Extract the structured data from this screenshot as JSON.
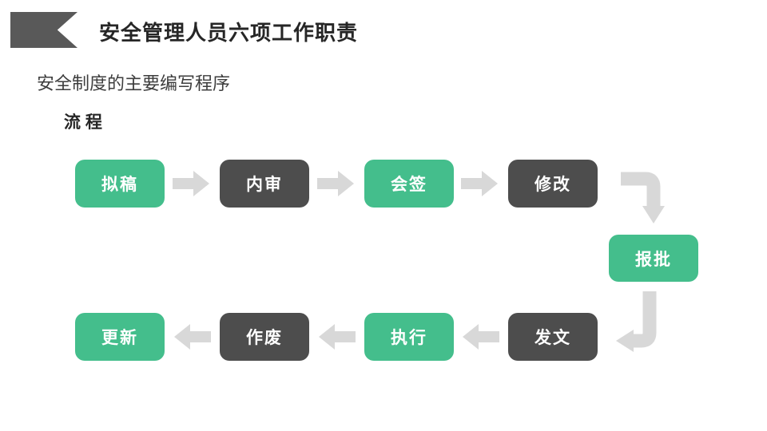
{
  "slide": {
    "title": "安全管理人员六项工作职责",
    "subtitle": "安全制度的主要编写程序",
    "flow_label": "流 程"
  },
  "colors": {
    "node_green": "#44BE8C",
    "node_dark": "#4D4D4D",
    "arrow_gray": "#D8D8D8",
    "flag_gray": "#595959",
    "title_text": "#262626",
    "node_text": "#FFFFFF"
  },
  "icons": [
    {
      "name": "arrow-right-icon",
      "shape": "light-gray block arrow pointing right"
    },
    {
      "name": "arrow-left-icon",
      "shape": "light-gray block arrow pointing left"
    },
    {
      "name": "arrow-elbow-down-icon",
      "shape": "light-gray elbow arrow turning from right to down"
    },
    {
      "name": "arrow-elbow-left-icon",
      "shape": "light-gray elbow arrow turning from down to left"
    }
  ],
  "flow": {
    "row1": [
      {
        "label": "拟稿",
        "variant": "green"
      },
      {
        "label": "内审",
        "variant": "dark"
      },
      {
        "label": "会签",
        "variant": "green"
      },
      {
        "label": "修改",
        "variant": "dark"
      }
    ],
    "middle": {
      "label": "报批",
      "variant": "green"
    },
    "row2": [
      {
        "label": "更新",
        "variant": "green"
      },
      {
        "label": "作废",
        "variant": "dark"
      },
      {
        "label": "执行",
        "variant": "green"
      },
      {
        "label": "发文",
        "variant": "dark"
      }
    ]
  }
}
